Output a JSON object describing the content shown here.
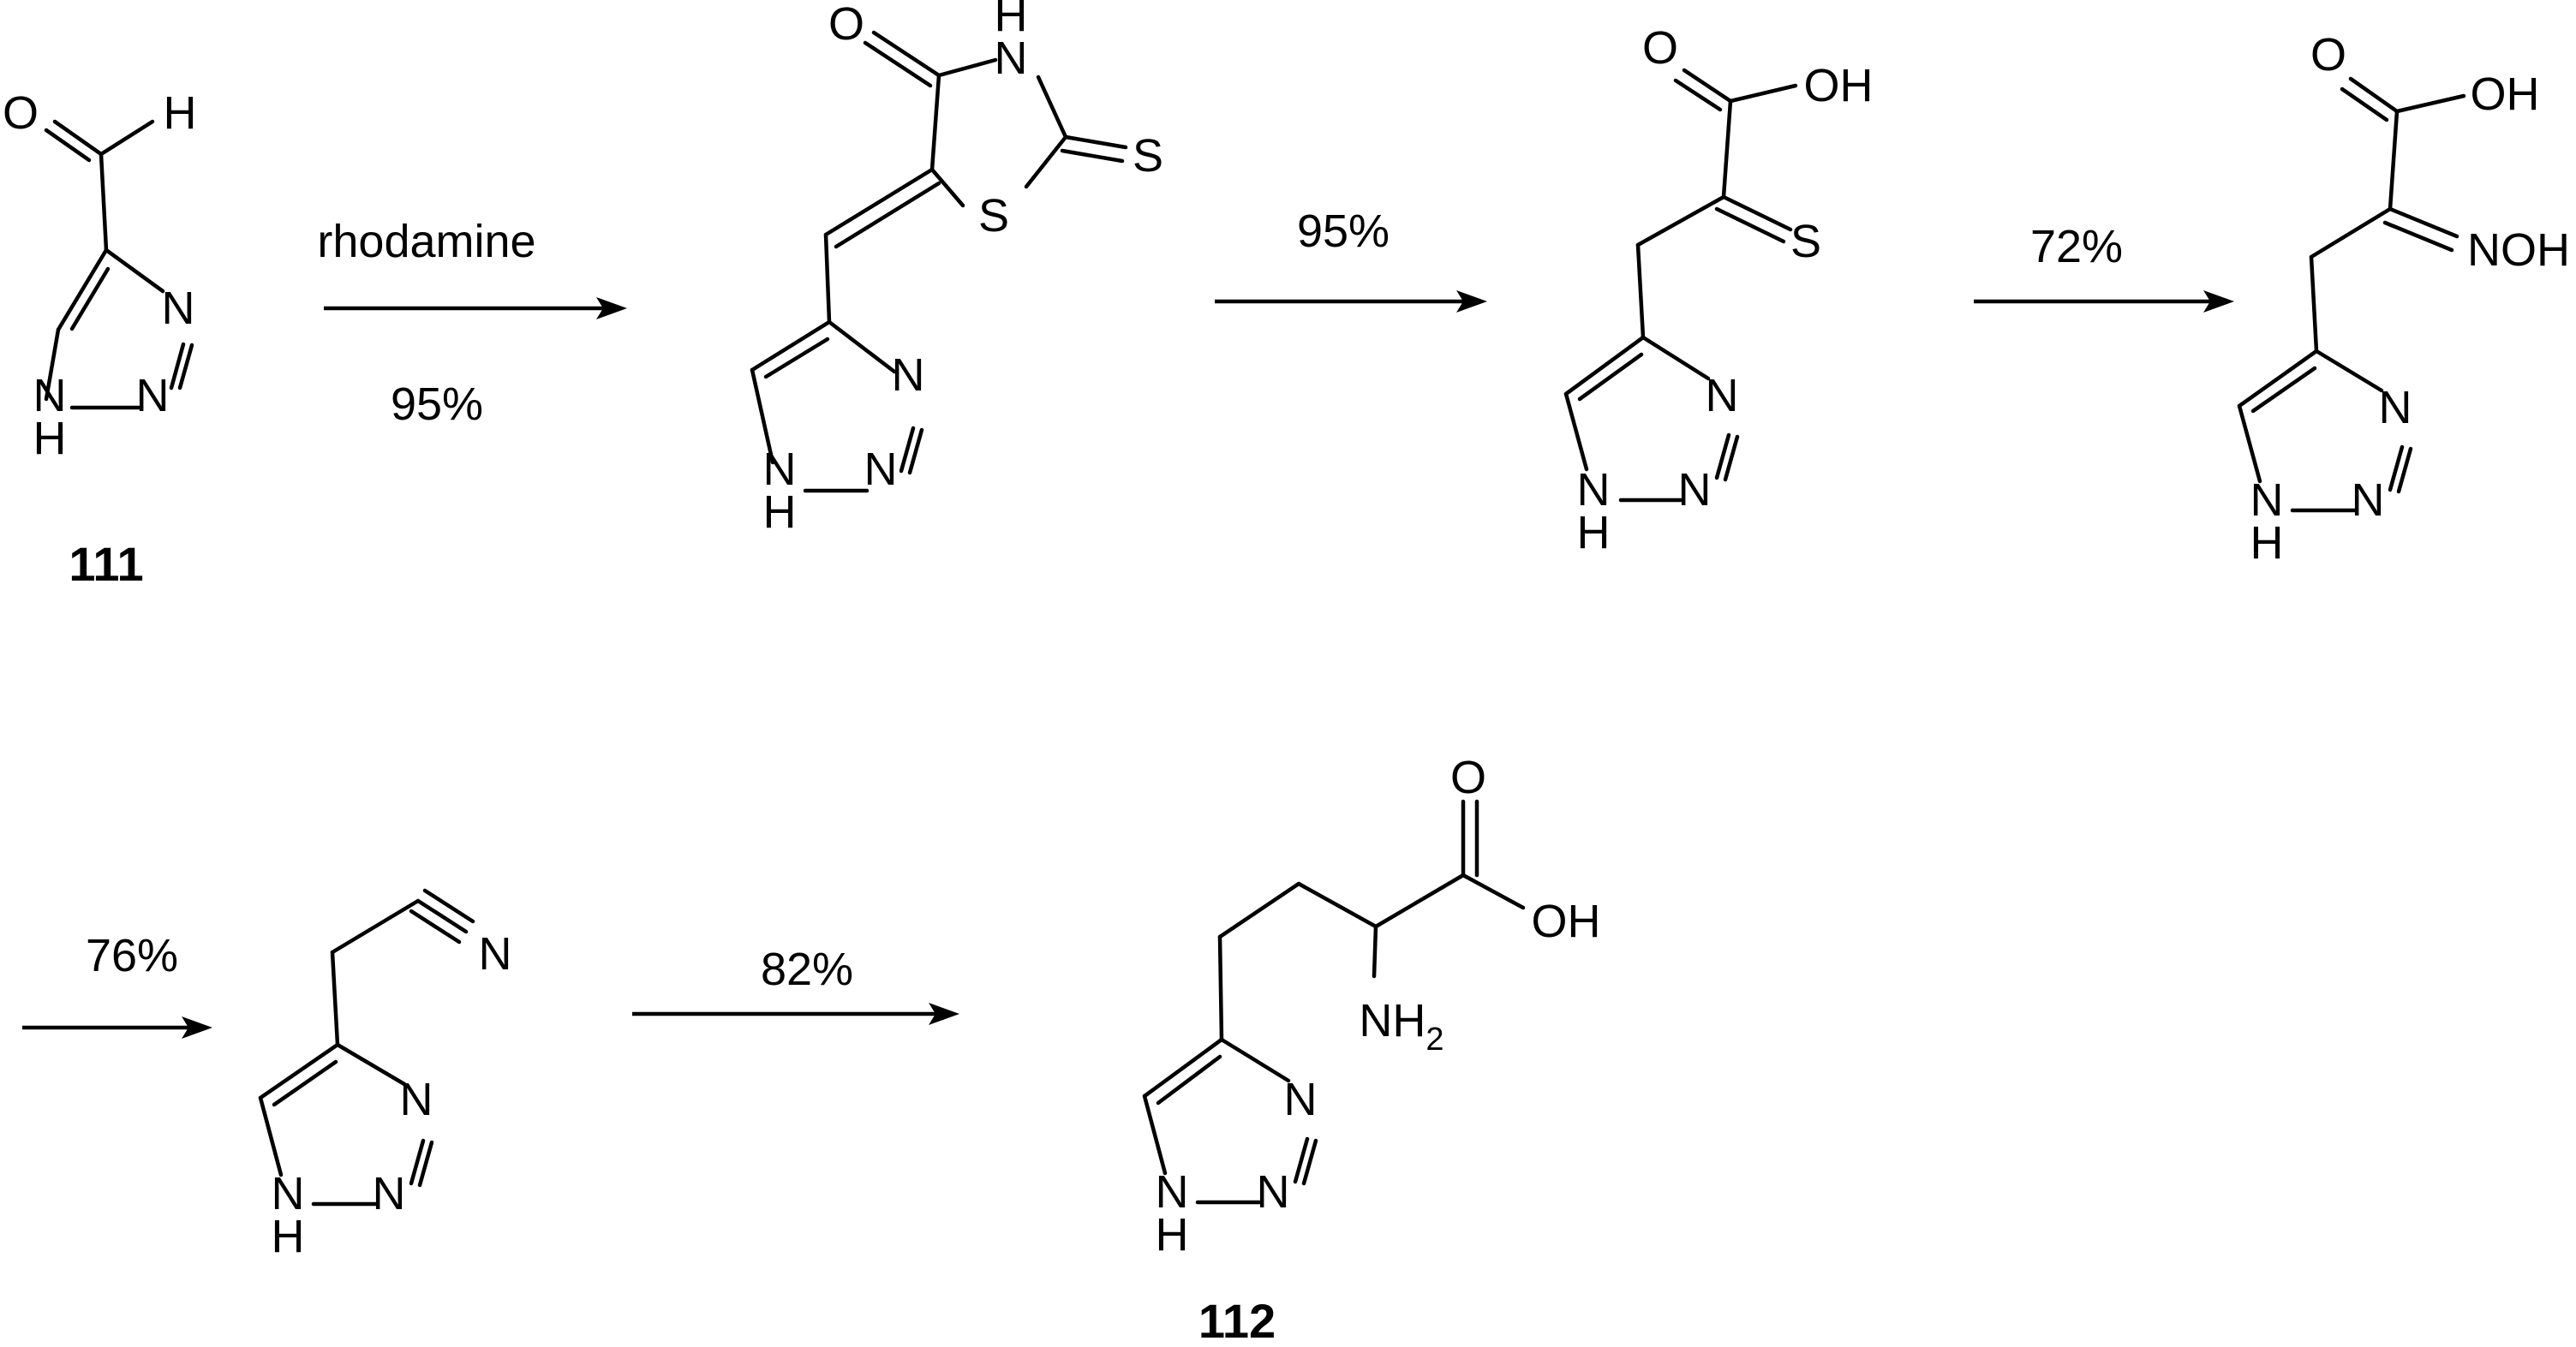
{
  "scheme": {
    "compounds": [
      {
        "id": "cmpd-111",
        "label": "111"
      },
      {
        "id": "cmpd-112",
        "label": "112"
      }
    ],
    "steps": [
      {
        "above": "rhodamine",
        "below": "95%"
      },
      {
        "above": "95%"
      },
      {
        "above": "72%"
      },
      {
        "above": "76%"
      },
      {
        "above": "82%"
      }
    ],
    "atom_labels": {
      "O": "O",
      "H": "H",
      "N": "N",
      "NH": "N",
      "S": "S",
      "OH": "OH",
      "NOH": "NOH",
      "NH2_main": "NH",
      "NH2_sub": "2"
    }
  }
}
